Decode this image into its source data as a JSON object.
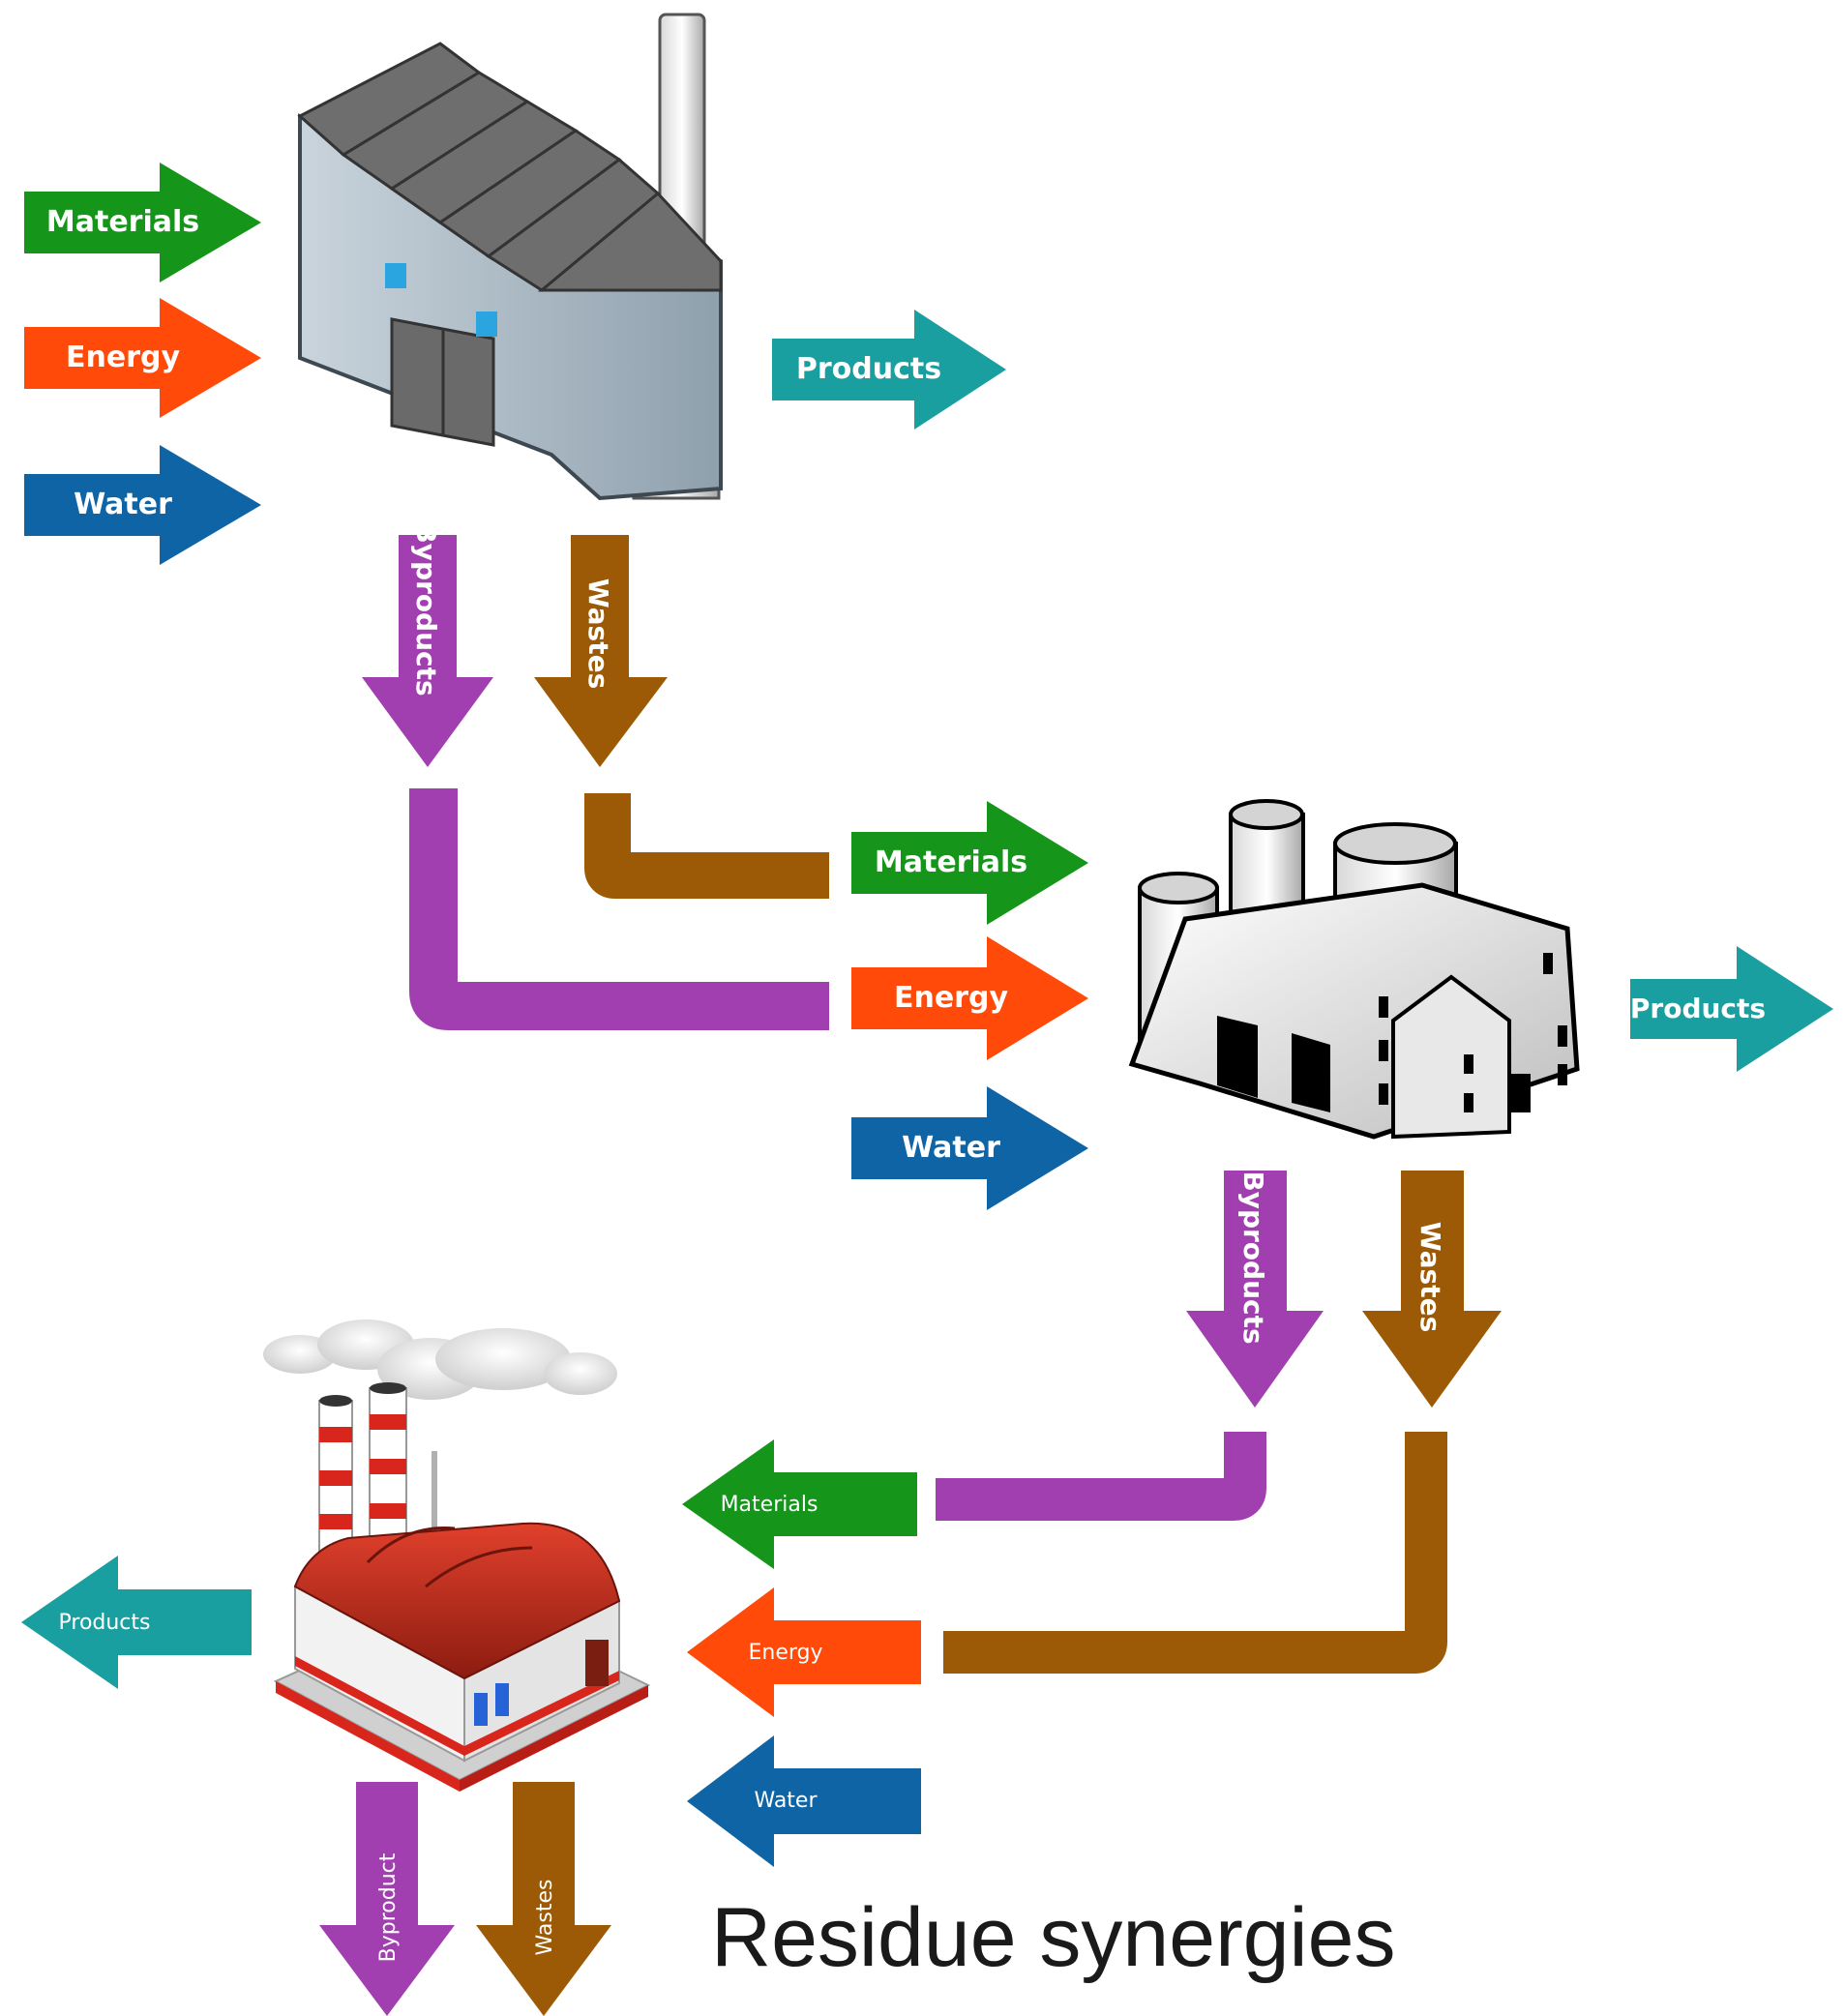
{
  "colors": {
    "materials": "#15961a",
    "energy": "#ff4a0a",
    "water": "#0f64a6",
    "products": "#1a9fa0",
    "byproducts": "#a13fb0",
    "wastes": "#9c5a06",
    "factory_roof": "#6d6d6d",
    "factory_wall": "#b3c1cc",
    "plant_white": "#f2f2f2",
    "chimney_red": "#d9261c"
  },
  "factory1": {
    "icon": "factory-sawtooth-icon",
    "inputs": {
      "materials": "Materials",
      "energy": "Energy",
      "water": "Water"
    },
    "output": "Products",
    "byproducts": "Byproducts",
    "wastes": "Wastes"
  },
  "factory2": {
    "icon": "chemical-plant-icon",
    "inputs": {
      "materials": "Materials",
      "energy": "Energy",
      "water": "Water"
    },
    "output": "Products",
    "byproducts": "Byproducts",
    "wastes": "Wastes"
  },
  "factory3": {
    "icon": "smoking-factory-icon",
    "inputs": {
      "materials": "Materials",
      "energy": "Energy",
      "water": "Water"
    },
    "output": "Products",
    "byproducts": "Byproduct",
    "wastes": "Wastes"
  },
  "caption": "Residue synergies"
}
